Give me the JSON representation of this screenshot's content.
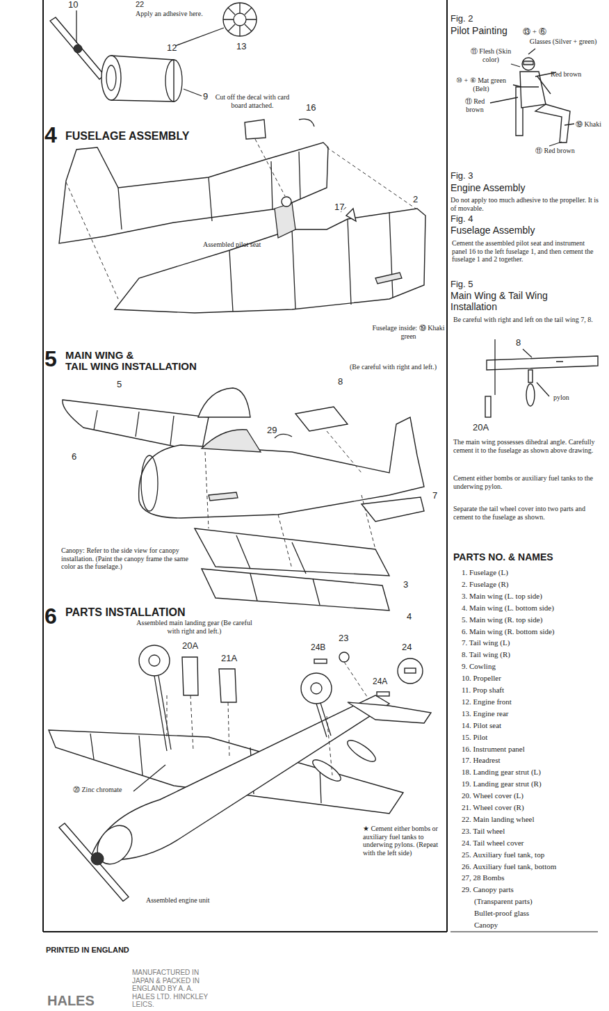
{
  "diagram": {
    "labels": [
      "10",
      "22",
      "Apply an adhesive here.",
      "Fig. 2",
      "Pilot Painting",
      "⑬ + ⑥",
      "Glasses (Silver + green)",
      "⑪ Flesh (Skin color)",
      "Red brown",
      "⑩ + ⑥ Mat green (Belt)",
      "⑪ Red brown",
      "⑲ Khaki",
      "⑪ Red brown",
      "Fig. 3",
      "Engine Assembly",
      "Do not apply too much adhesive to the propeller.  It is of movable.",
      "Fig. 4",
      "Fuselage Assembly",
      "Cement the assembled pilot seat and instrument panel 16 to the left fuselage 1, and then cement the fuselage 1 and 2 together.",
      "Fig. 5",
      "Main Wing & Tail Wing Installation",
      "Be careful with right and left on the tail wing 7, 8.",
      "8",
      "pylon",
      "20A",
      "The main wing possesses dihedral angle.  Carefully cement it to the fuselage as shown above drawing.",
      "Cement either bombs or auxiliary fuel tanks to the underwing pylon.",
      "Separate the tail wheel cover into two parts and cement to the fuselage as shown.",
      "PARTS NO. & NAMES",
      "1. Fuselage (L)",
      "2. Fuselage (R)",
      "3. Main wing (L. top side)",
      "4. Main wing (L. bottom side)",
      "5. Main wing (R. top side)",
      "6. Main wing (R. bottom side)",
      "7. Tail wing (L)",
      "8. Tail wing (R)",
      "9. Cowling",
      "10. Propeller",
      "11. Prop shaft",
      "12. Engine front",
      "13. Engine rear",
      "14. Pilot seat",
      "15. Pilot",
      "16. Instrument panel",
      "17. Headrest",
      "18. Landing gear strut (L)",
      "19. Landing gear strut (R)",
      "20. Wheel cover (L)",
      "21. Wheel cover (R)",
      "22. Main landing wheel",
      "23. Tail wheel",
      "24. Tail wheel cover",
      "25. Auxiliary fuel tank, top",
      "26. Auxiliary fuel tank, bottom",
      "27, 28  Bombs",
      "29. Canopy parts",
      "(Transparent parts)",
      "Bullet-proof glass",
      "Canopy",
      "Cut off the decal with card board attached.",
      "16",
      "4",
      "FUSELAGE ASSEMBLY",
      "17",
      "2",
      "Assembled pilot seat",
      "Fuselage inside: ⑲ Khaki green",
      "5",
      "MAIN WING &",
      "TAIL WING INSTALLATION",
      "(Be careful with right and left.)",
      "8",
      "5",
      "29",
      "6",
      "7",
      "Canopy: Refer to the side view for canopy installation.  (Paint the canopy frame the same color as the fuselage.)",
      "3",
      "4",
      "6",
      "PARTS INSTALLATION",
      "Assembled main landing gear (Be careful with right and left.)",
      "20A",
      "21A",
      "24B",
      "23",
      "24",
      "24A",
      "⑳ Zinc chromate",
      "★ Cement either bombs or auxiliary fuel tanks to underwing pylons.  (Repeat with the left side)",
      "Assembled engine unit",
      "PRINTED IN ENGLAND",
      "MANUFACTURED IN JAPAN & PACKED IN ENGLAND BY A. A. HALES LTD. HINCKLEY LEICS.",
      "HALES",
      "12",
      "13",
      "9"
    ]
  }
}
